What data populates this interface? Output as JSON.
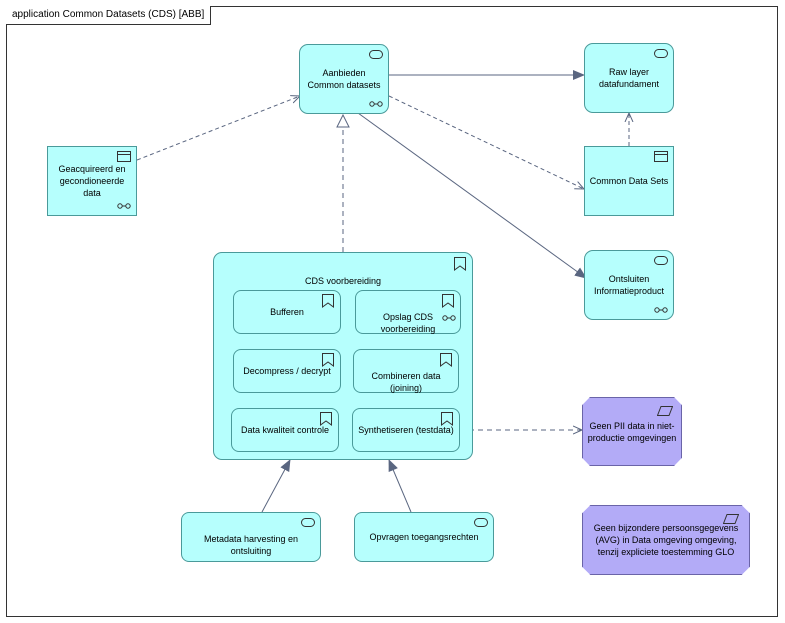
{
  "frame": {
    "title": "application Common Datasets (CDS) [ABB]"
  },
  "nodes": {
    "aanbieden": "Aanbieden Common datasets",
    "raw_layer": "Raw layer datafundament",
    "geacquireerd": "Geacquireerd en gecondioneerde data",
    "common_data_sets": "Common Data Sets",
    "ontsluiten": "Ontsluiten Informatieproduct",
    "cds_voorbereiding": "CDS voorbereiding",
    "bufferen": "Bufferen",
    "opslag": "Opslag CDS voorbereiding",
    "decompress": "Decompress / decrypt",
    "combineren": "Combineren data (joining)",
    "kwaliteit": "Data kwaliteit controle",
    "synthetiseren": "Synthetiseren (testdata)",
    "geen_pii": "Geen PII data in niet-productie omgevingen",
    "metadata": "Metadata harvesting en ontsluiting",
    "opvragen": "Opvragen toegangsrechten",
    "geen_bijzondere": "Geen bijzondere persoonsgegevens (AVG) in Data omgeving omgeving, tenzij expliciete toestemming GLO"
  },
  "colors": {
    "node_fill": "#b6fffd",
    "node_border": "#4a9a9a",
    "constraint_fill": "#b3abf7",
    "edge": "#5a6680"
  }
}
